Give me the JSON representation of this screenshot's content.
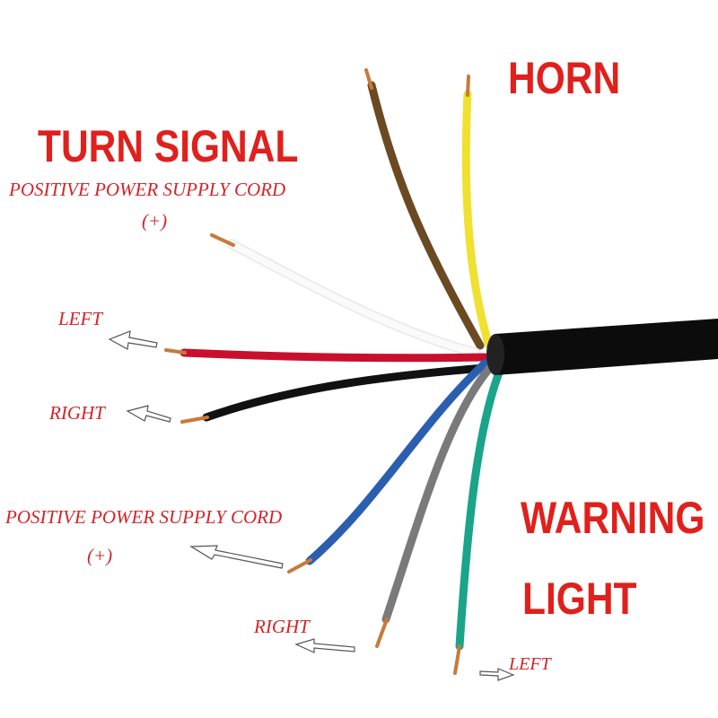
{
  "labels": {
    "horn": "HORN",
    "turn_signal": "TURN SIGNAL",
    "positive_cord_top": "POSITIVE POWER SUPPLY CORD",
    "plus_top": "(+)",
    "left_top": "LEFT",
    "right_top": "RIGHT",
    "positive_cord_bottom": "POSITIVE POWER SUPPLY CORD",
    "plus_bottom": "(+)",
    "right_bottom": "RIGHT",
    "left_bottom": "LEFT",
    "warning": "WARNING",
    "light": "LIGHT"
  },
  "colors": {
    "label_red": "#e0201c",
    "brown": "#6b4a22",
    "yellow": "#f0e030",
    "white": "#f4f4f4",
    "red": "#c8102e",
    "black": "#111111",
    "blue": "#2a5fb0",
    "gray": "#7a7a7a",
    "green": "#1aa58a",
    "copper": "#c87a3a"
  }
}
